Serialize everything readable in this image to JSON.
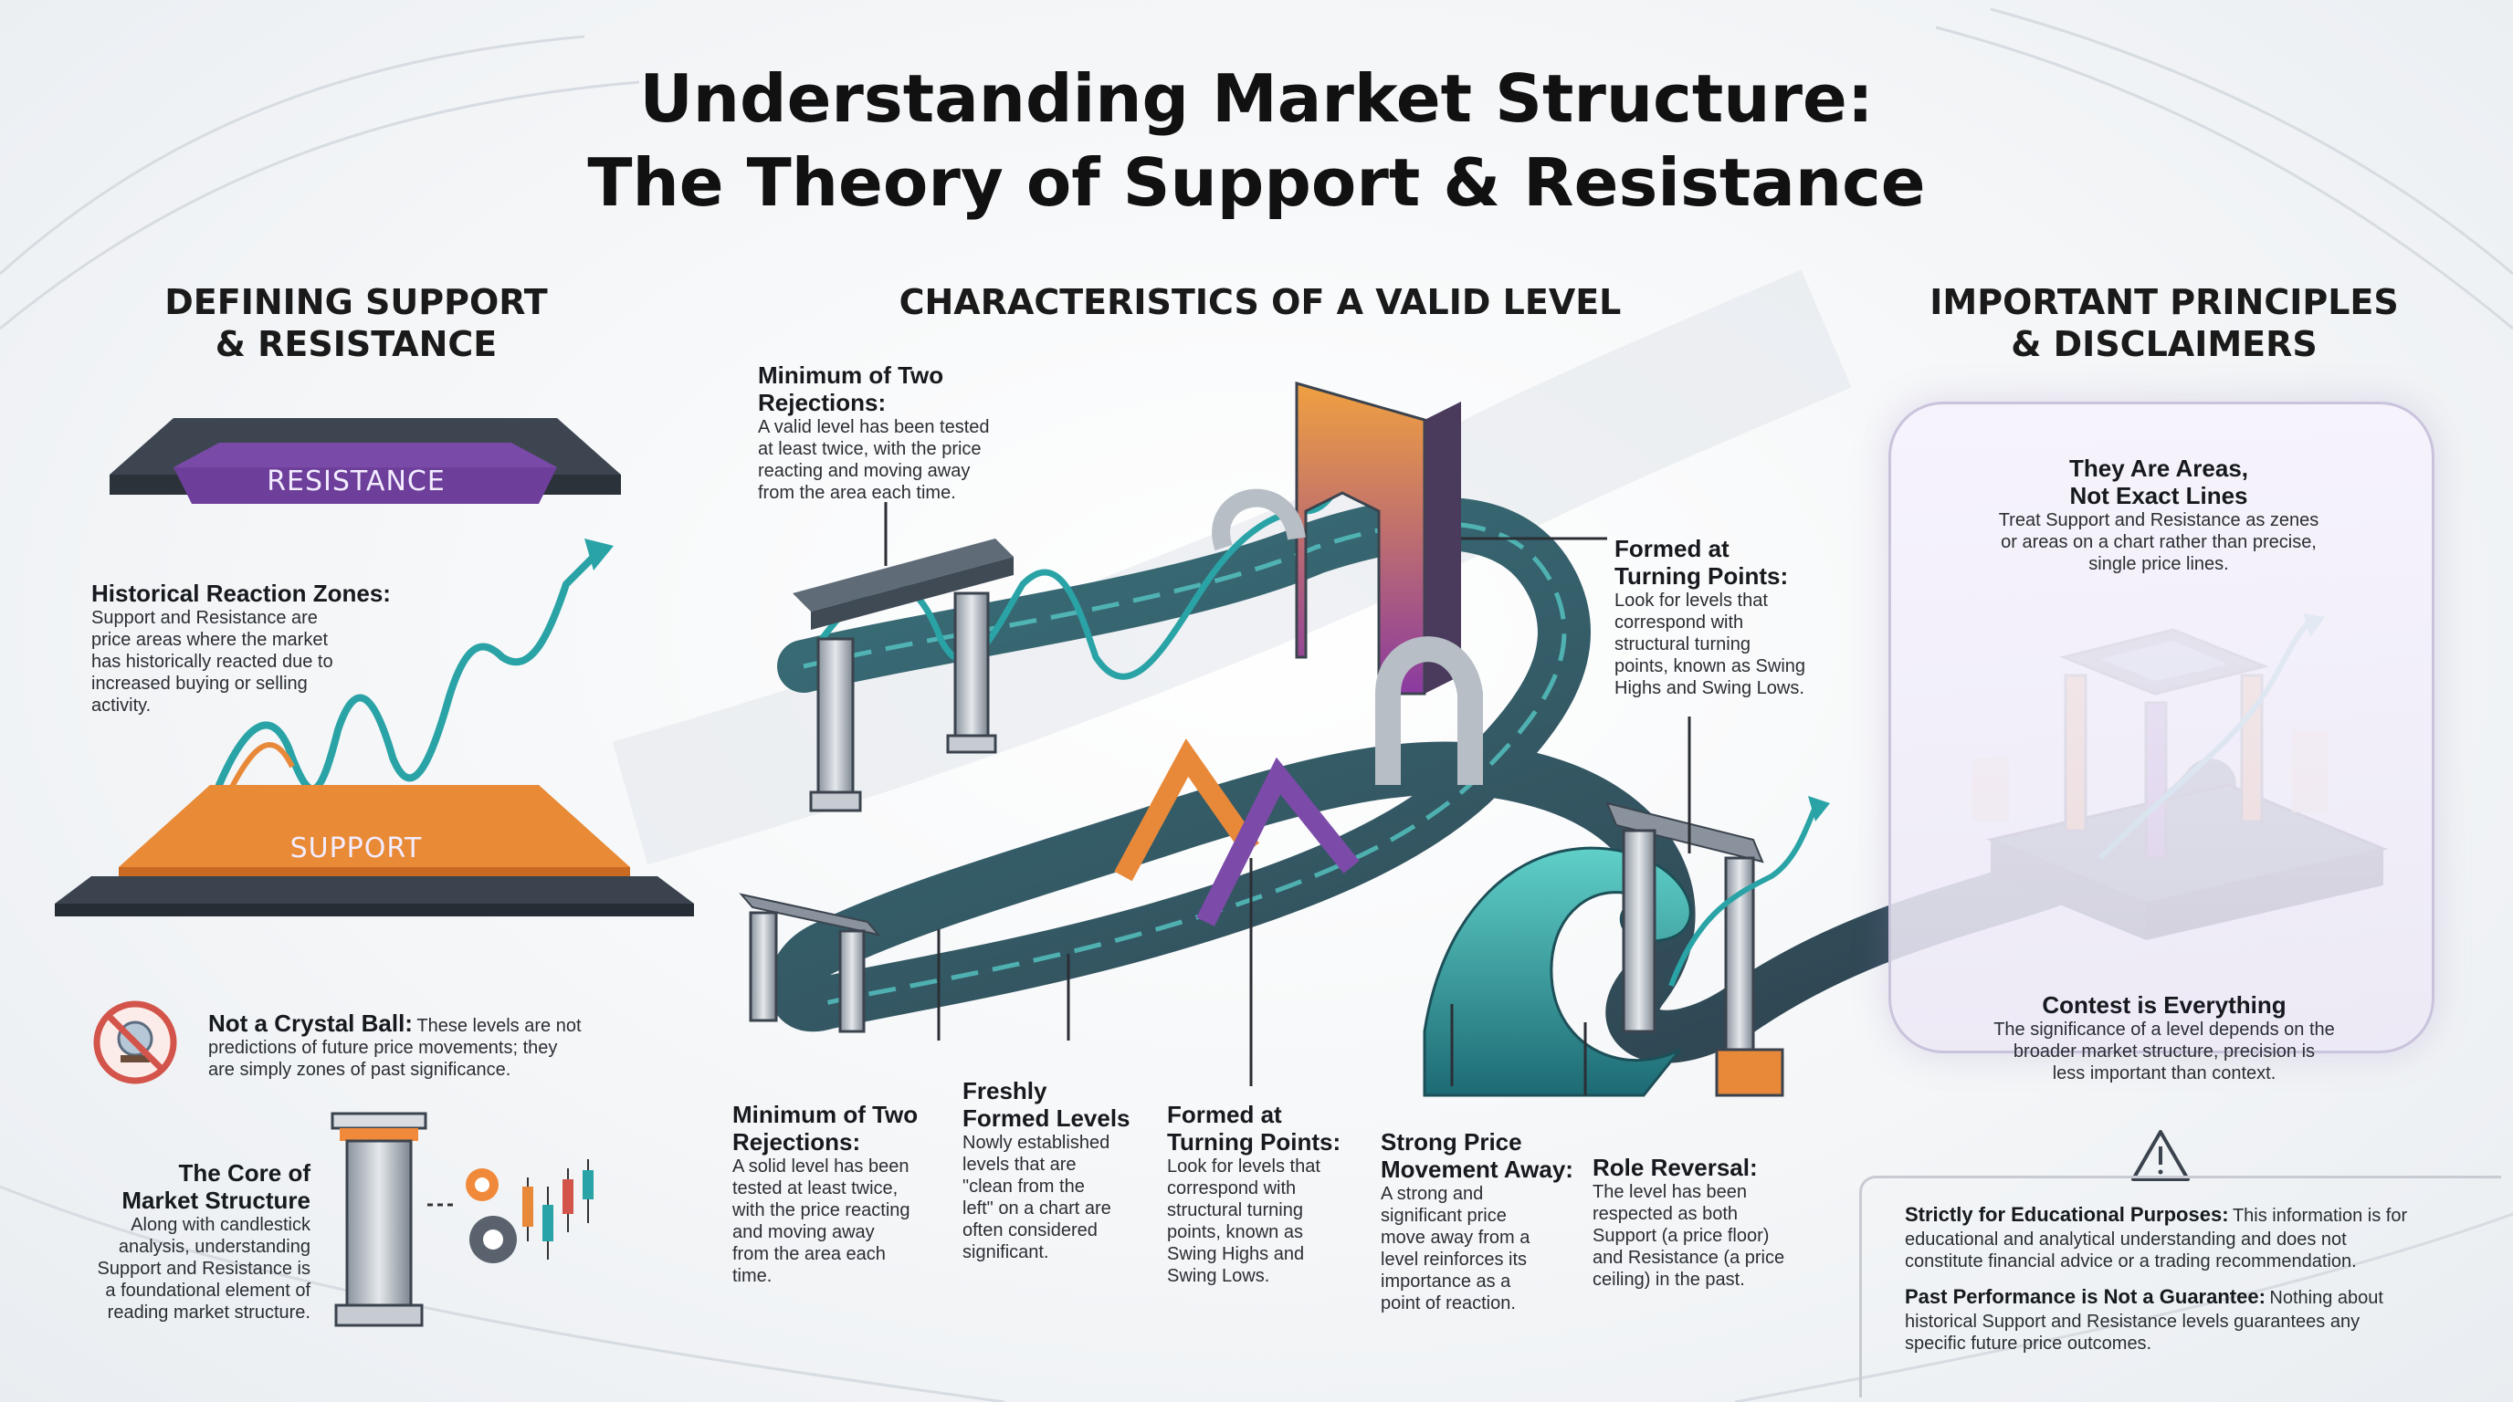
{
  "title": {
    "line1": "Understanding Market Structure:",
    "line2": "The Theory of Support & Resistance"
  },
  "left": {
    "heading_line1": "DEFINING SUPPORT",
    "heading_line2": "& RESISTANCE",
    "resistance_label": "RESISTANCE",
    "support_label": "SUPPORT",
    "historical": {
      "title": "Historical Reaction Zones:",
      "body": [
        "Support and Resistance are",
        "price areas where the market",
        "has historically reacted due to",
        "increased buying or selling",
        "activity."
      ]
    },
    "crystal": {
      "title": "Not a Crystal Ball:",
      "body_first": "These levels are not",
      "body": [
        "predictions of future price movements; they",
        "are simply zones of past significance."
      ]
    },
    "core": {
      "title": [
        "The Core of",
        "Market Structure"
      ],
      "body": [
        "Along with candlestick",
        "analysis, understanding",
        "Support and Resistance is",
        "a foundational element of",
        "reading market structure."
      ]
    }
  },
  "middle": {
    "heading": "CHARACTERISTICS OF A VALID LEVEL",
    "top_rejections": {
      "title": [
        "Minimum of Two",
        "Rejections:"
      ],
      "body": [
        "A valid level has been tested",
        "at least twice, with the price",
        "reacting and moving away",
        "from the area each time."
      ]
    },
    "top_turning": {
      "title": [
        "Formed at",
        "Turning Points:"
      ],
      "body": [
        "Look for levels that",
        "correspond with",
        "structural turning",
        "points, known as Swing",
        "Highs and Swing Lows."
      ]
    },
    "bottom_notes": [
      {
        "title": [
          "Minimum of Two",
          "Rejections:"
        ],
        "body": [
          "A solid level has been",
          "tested at least twice,",
          "with the price reacting",
          "and moving away",
          "from the area each",
          "time."
        ]
      },
      {
        "title": [
          "Freshly",
          "Formed Levels"
        ],
        "body": [
          "Nowly established",
          "levels that are",
          "\"clean from the",
          "left\" on a chart are",
          "often considered",
          "significant."
        ]
      },
      {
        "title": [
          "Formed at",
          "Turning Points:"
        ],
        "body": [
          "Look for levels that",
          "correspond with",
          "structural turning",
          "points, known as",
          "Swing Highs and",
          "Swing Lows."
        ]
      },
      {
        "title": [
          "Strong Price",
          "Movement Away:"
        ],
        "body": [
          "A strong and",
          "significant price",
          "move away from a",
          "level reinforces its",
          "importance as a",
          "point of reaction."
        ]
      },
      {
        "title": [
          "Role Reversal:"
        ],
        "body": [
          "The level has been",
          "respected as both",
          "Support (a price floor)",
          "and Resistance (a price",
          "ceiling) in the past."
        ]
      }
    ]
  },
  "right": {
    "heading_line1": "IMPORTANT PRINCIPLES",
    "heading_line2": "& DISCLAIMERS",
    "areas": {
      "title": [
        "They Are Areas,",
        "Not Exact Lines"
      ],
      "body": [
        "Treat Support and Resistance as zenes",
        "or areas on a chart rather than precise,",
        "single price lines."
      ]
    },
    "context": {
      "title": "Contest is Everything",
      "body": [
        "The significance of a level depends on the",
        "broader market structure, precision is",
        "less important than context."
      ]
    },
    "disclaimer": {
      "edu_title": "Strictly for Educational Purposes:",
      "edu_first": "This information is for",
      "edu_body": [
        "educational and analytical understanding and does not",
        "constitute financial advice or a trading recommendation."
      ],
      "past_title": "Past Performance is Not a Guarantee:",
      "past_first": "Nothing about",
      "past_body": [
        "historical Support and Resistance levels guarantees any",
        "specific future price outcomes."
      ]
    }
  },
  "colors": {
    "teal": "#2aa3a6",
    "orange": "#e8893a",
    "purple": "#7c4aa8",
    "slate": "#3c4650",
    "resistance_plate": "#6d3f9a",
    "support_plate": "#e47a2e"
  }
}
